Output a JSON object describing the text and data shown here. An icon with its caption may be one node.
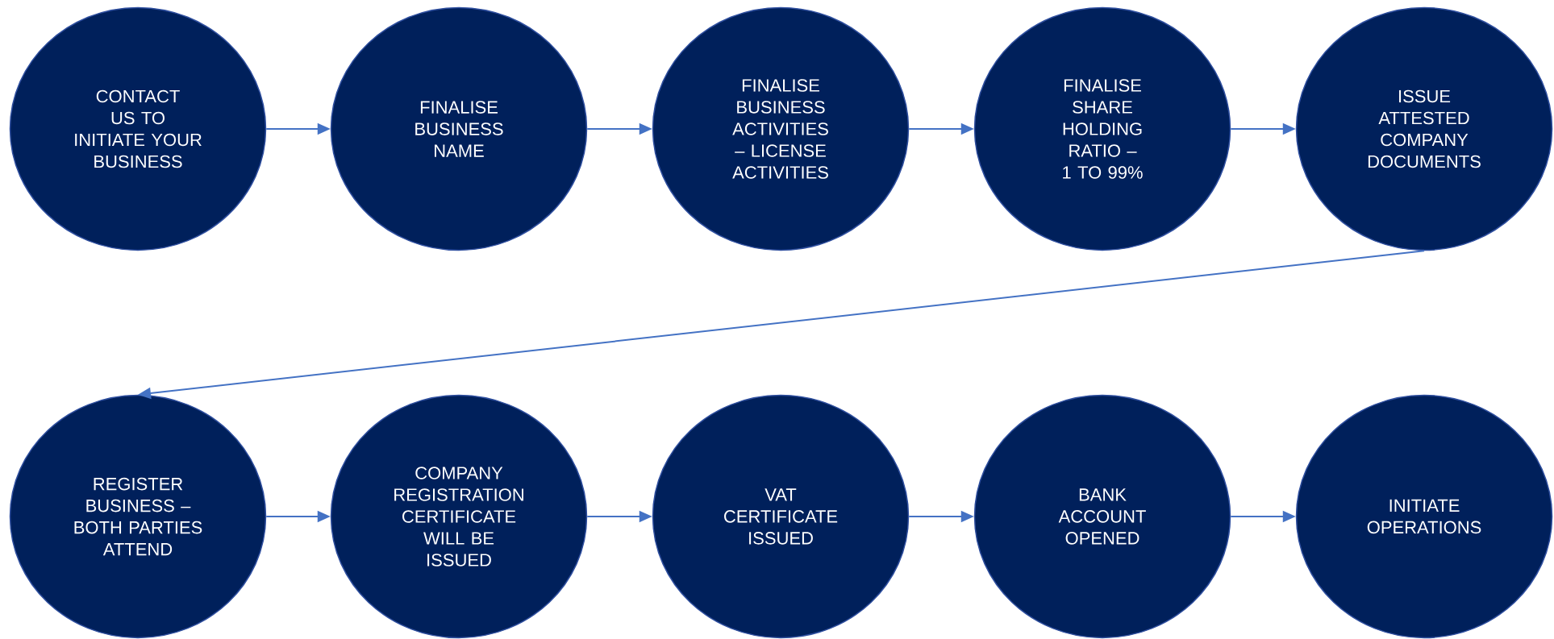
{
  "diagram": {
    "nodes": [
      {
        "text": [
          "CONTACT US TO INITIATE YOUR BUSINESS"
        ]
      },
      {
        "text": [
          "FINALISE BUSINESS NAME"
        ]
      },
      {
        "text": [
          "FINALISE BUSINESS ACTIVITIES – LICENSE ACTIVITIES"
        ]
      },
      {
        "text": [
          "FINALISE SHARE HOLDING RATIO – 1 TO 99%"
        ]
      },
      {
        "text": [
          "ISSUE ATTESTED COMPANY DOCUMENTS"
        ]
      },
      {
        "text": [
          "REGISTER BUSINESS – BOTH PARTIES ATTEND"
        ]
      },
      {
        "text": [
          "COMPANY REGISTRATION CERTIFICATE WILL BE ISSUED"
        ]
      },
      {
        "text": [
          "VAT CERTIFICATE ISSUED"
        ]
      },
      {
        "text": [
          "BANK ACCOUNT OPENED"
        ]
      },
      {
        "text": [
          "INITIATE OPERATIONS"
        ]
      }
    ],
    "edges": [
      {
        "from": 0,
        "to": 1,
        "arrow": "to"
      },
      {
        "from": 1,
        "to": 2,
        "arrow": "to"
      },
      {
        "from": 2,
        "to": 3,
        "arrow": "to"
      },
      {
        "from": 3,
        "to": 4,
        "arrow": "to"
      },
      {
        "from": 4,
        "to": 5,
        "arrow": "to"
      },
      {
        "from": 5,
        "to": 6,
        "arrow": "to"
      },
      {
        "from": 6,
        "to": 7,
        "arrow": "to"
      },
      {
        "from": 7,
        "to": 8,
        "arrow": "to"
      },
      {
        "from": 8,
        "to": 9,
        "arrow": "to"
      }
    ]
  }
}
